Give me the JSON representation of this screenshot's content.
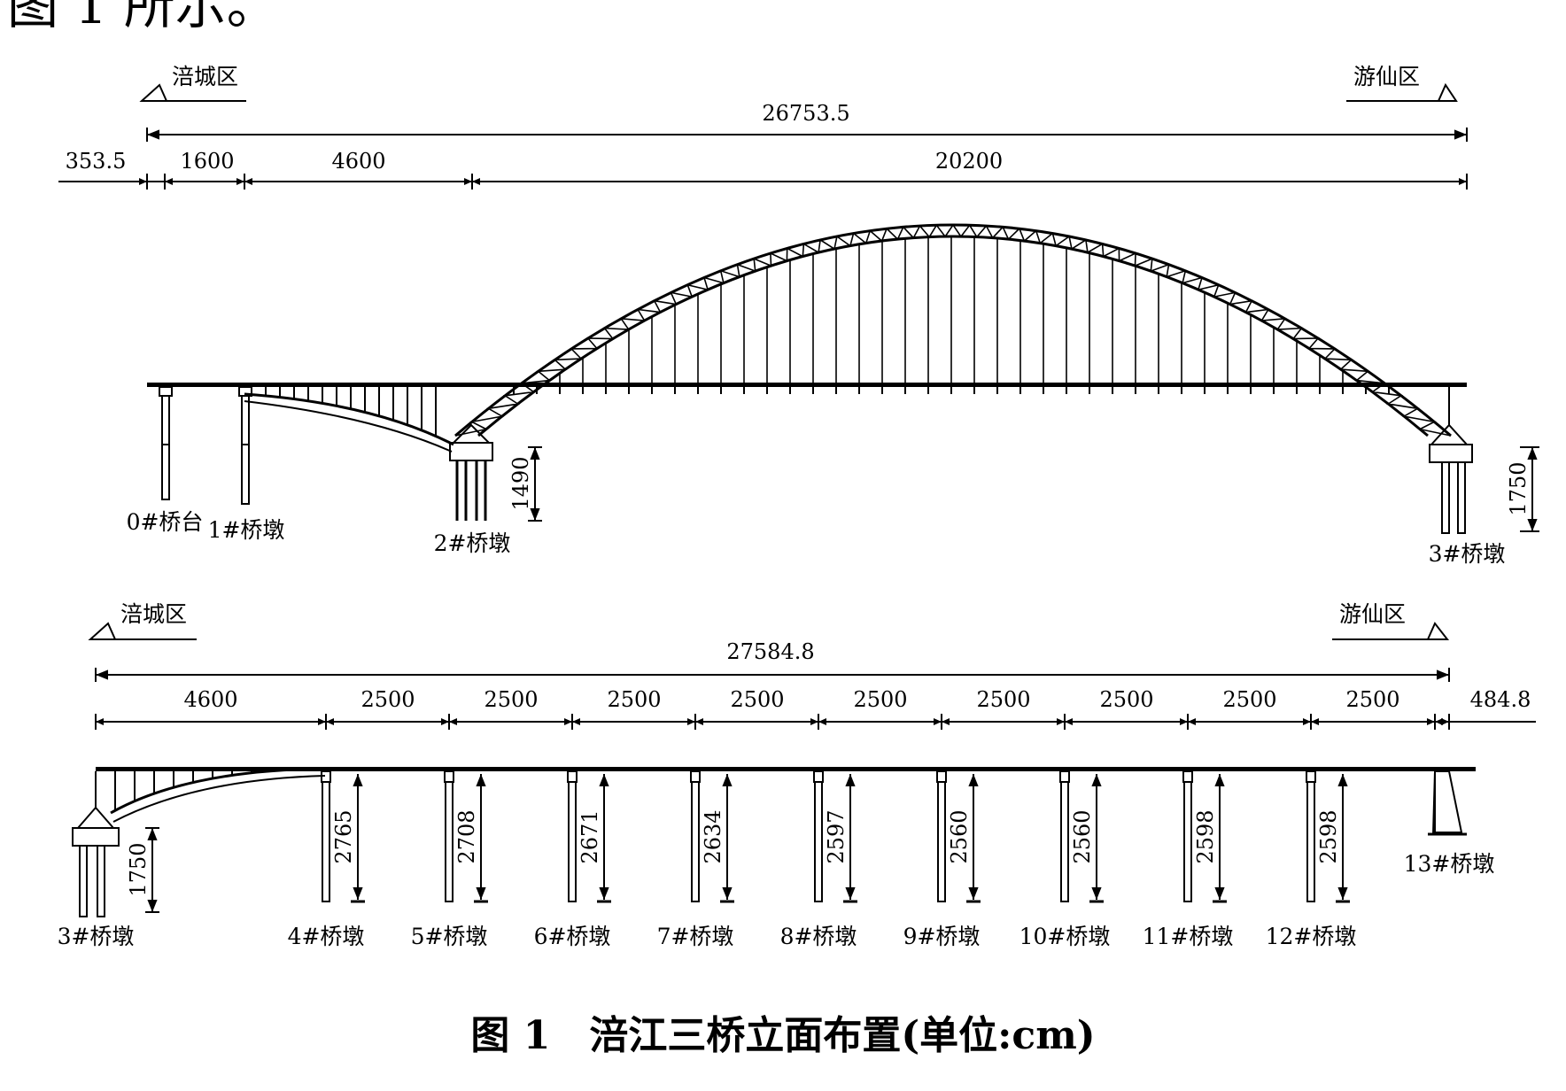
{
  "page_header": "图 1 所示。",
  "caption": "图 1　涪江三桥立面布置(单位:cm)",
  "upper": {
    "left_district": "涪城区",
    "right_district": "游仙区",
    "total": "26753.5",
    "spans": [
      "353.5",
      "1600",
      "4600",
      "20200"
    ],
    "heights": [
      "1490",
      "1750"
    ],
    "piers": [
      "0#桥台",
      "1#桥墩",
      "2#桥墩",
      "3#桥墩"
    ]
  },
  "lower": {
    "left_district": "涪城区",
    "right_district": "游仙区",
    "total": "27584.8",
    "spans": [
      "4600",
      "2500",
      "2500",
      "2500",
      "2500",
      "2500",
      "2500",
      "2500",
      "2500",
      "2500",
      "484.8"
    ],
    "heights": [
      "1750",
      "2765",
      "2708",
      "2671",
      "2634",
      "2597",
      "2560",
      "2560",
      "2598",
      "2598"
    ],
    "piers": [
      "3#桥墩",
      "4#桥墩",
      "5#桥墩",
      "6#桥墩",
      "7#桥墩",
      "8#桥墩",
      "9#桥墩",
      "10#桥墩",
      "11#桥墩",
      "12#桥墩",
      "13#桥墩"
    ]
  }
}
